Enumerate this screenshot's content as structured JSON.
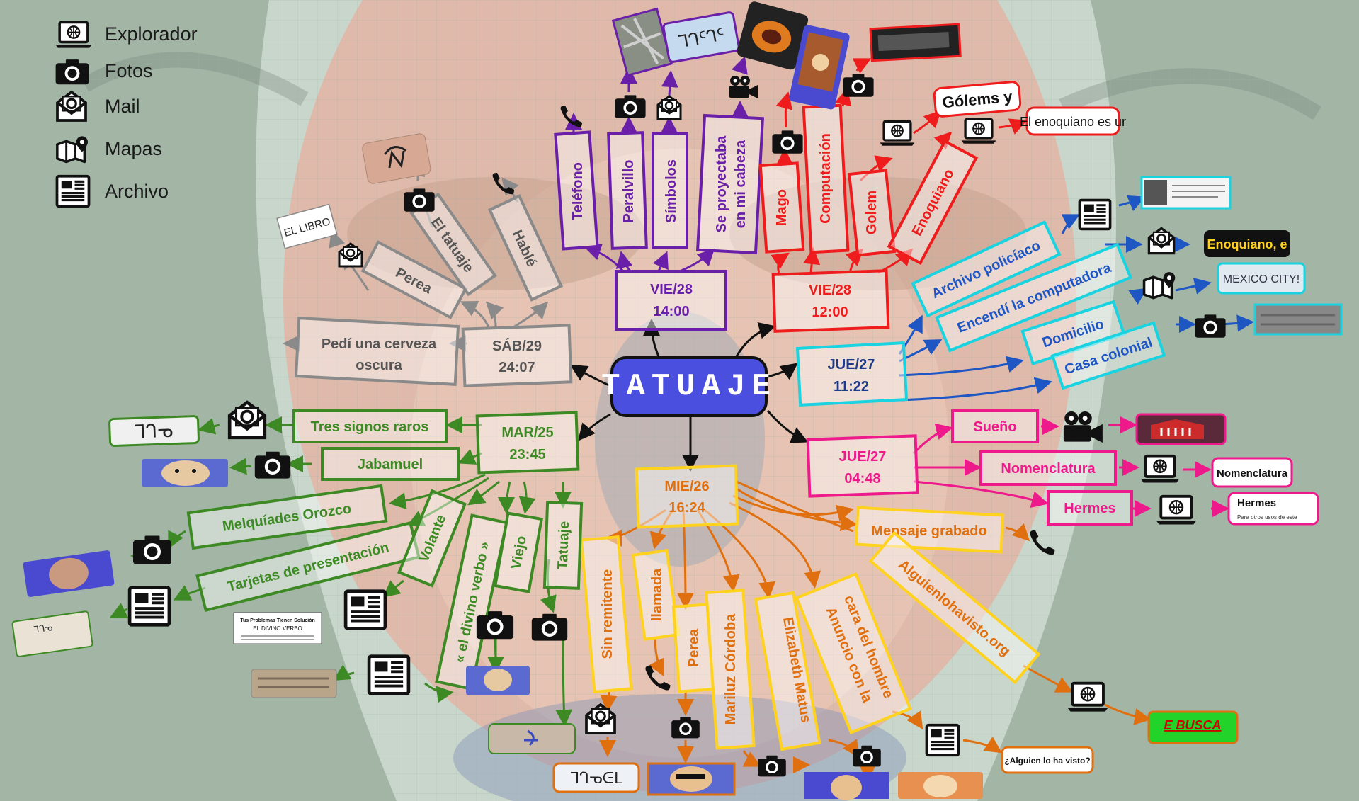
{
  "legend": [
    {
      "icon": "laptop-globe-icon",
      "label": "Explorador"
    },
    {
      "icon": "camera-icon",
      "label": "Fotos"
    },
    {
      "icon": "mail-icon",
      "label": "Mail"
    },
    {
      "icon": "map-pin-icon",
      "label": "Mapas"
    },
    {
      "icon": "newspaper-icon",
      "label": "Archivo"
    }
  ],
  "center": "TATUAJE",
  "colors": {
    "gray": "#8a8a8a",
    "purple": "#6a1fa8",
    "red": "#ee1c1c",
    "cyan": "#19d3e0",
    "blue": "#1e56c4",
    "magenta": "#ee1a8c",
    "orange": "#e0700f",
    "yellow": "#ffd21f",
    "green": "#3d8a25",
    "center_fill": "#4b4fe0"
  },
  "hubs": {
    "sab": {
      "line1": "SÁB/29",
      "line2": "24:07"
    },
    "vie14": {
      "line1": "VIE/28",
      "line2": "14:00"
    },
    "vie12": {
      "line1": "VIE/28",
      "line2": "12:00"
    },
    "jue1122": {
      "line1": "JUE/27",
      "line2": "11:22"
    },
    "jue0448": {
      "line1": "JUE/27",
      "line2": "04:48"
    },
    "mie": {
      "line1": "MIE/26",
      "line2": "16:24"
    },
    "mar": {
      "line1": "MAR/25",
      "line2": "23:45"
    }
  },
  "gray_nodes": {
    "cerveza1": "Pedí una cerveza",
    "cerveza2": "oscura",
    "perea": "Perea",
    "tatuaje": "El tatuaje",
    "hable": "Hablé"
  },
  "purple_nodes": {
    "telefono": "Teléfono",
    "peralvillo": "Peralvillo",
    "simbolos": "Símbolos",
    "proy1": "Se proyectaba",
    "proy2": "en mi cabeza"
  },
  "red_nodes": {
    "mago": "Mago",
    "computacion": "Computación",
    "golem": "Golem",
    "enoquiano": "Enoquiano"
  },
  "cyan_nodes": {
    "archivo": "Archivo policíaco",
    "encendi": "Encendí la computadora",
    "domicilio": "Domicilio",
    "casa": "Casa colonial"
  },
  "magenta_nodes": {
    "sueno": "Sueño",
    "nomenclatura": "Nomenclatura",
    "hermes": "Hermes"
  },
  "yellow_nodes": {
    "mensaje": "Mensaje grabado",
    "sin": "Sin remitente",
    "llamada": "llamada",
    "perea": "Perea",
    "mariluz": "Mariluz Córdoba",
    "elizabeth": "Elizabeth Matus",
    "anuncio1": "Anuncio con la",
    "anuncio2": "cara del hombre",
    "alguien": "Alguienlohavisto.org"
  },
  "green_nodes": {
    "tres": "Tres signos raros",
    "jabamuel": "Jabamuel",
    "melquiades": "Melquíades Orozco",
    "tarjetas": "Tarjetas de presentación",
    "volante": "Volante",
    "divino": "« el divino verbo »",
    "viejo": "Viejo",
    "tatuaje": "Tatuaje"
  },
  "thumbs": {
    "el_libro": "EL LIBRO",
    "golems": "Gólems y",
    "enoquiano_es": "El enoquiano es ur",
    "enoquiano_e": "Enoquiano, e",
    "mexico": "MEXICO CITY!",
    "nomenclatura": "Nomenclatura",
    "hermes_title": "Hermes",
    "hermes_sub": "Para otros usos de este",
    "busca": "E BUSCA",
    "alguien": "¿Alguien lo ha visto?",
    "tres_signos": "ᒣᒉᓀ",
    "tarjeta_a": "Tus Problemas Tienen Solución",
    "tarjeta_b": "EL DIVINO VERBO",
    "card_signs": "ᒣᒉᓀ",
    "bottom_signs": "ᒣᒉᓀᕮᒪ",
    "purple_signs": "ᒣᒉᑦᒉᑦ"
  }
}
